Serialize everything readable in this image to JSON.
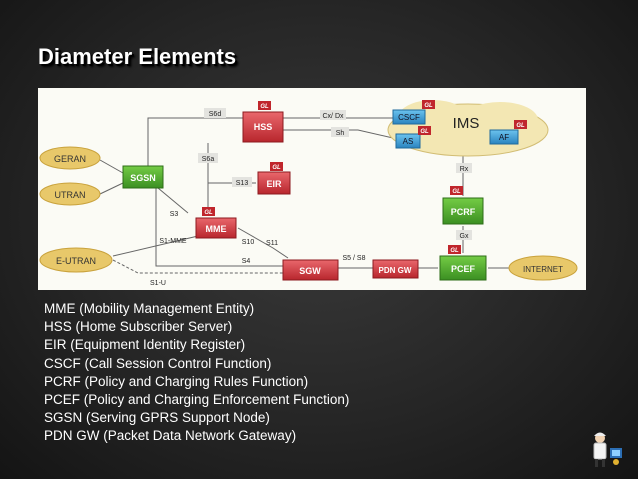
{
  "title": "Diameter Elements",
  "diagram": {
    "nodes": {
      "geran": "GERAN",
      "utran": "UTRAN",
      "eutran": "E-UTRAN",
      "sgsn": "SGSN",
      "hss": "HSS",
      "eir": "EIR",
      "mme": "MME",
      "sgw": "SGW",
      "pdngw": "PDN GW",
      "pcrf": "PCRF",
      "pcef": "PCEF",
      "internet": "INTERNET",
      "ims": "IMS",
      "cscf": "CSCF",
      "as": "AS",
      "af": "AF"
    },
    "interfaces": {
      "s6d": "S6d",
      "s6a": "S6a",
      "s13": "S13",
      "s3": "S3",
      "s1mme": "S1-MME",
      "s10": "S10",
      "s11": "S11",
      "s4": "S4",
      "s1u": "S1-U",
      "s5s8": "S5 / S8",
      "cxdx": "Cx/ Dx",
      "sh": "Sh",
      "rx": "Rx",
      "gx": "Gx"
    },
    "gl_badge": "GL"
  },
  "definitions": [
    "MME (Mobility Management Entity)",
    "HSS (Home Subscriber Server)",
    "EIR (Equipment Identity Register)",
    "CSCF (Call Session Control Function)",
    "PCRF (Policy and Charging Rules Function)",
    "PCEF (Policy and Charging Enforcement Function)",
    "SGSN (Serving GPRS Support Node)",
    "PDN GW (Packet Data Network Gateway)"
  ],
  "colors": {
    "red_node": "#d9434a",
    "green_node": "#4caf2f",
    "tan_cloud": "#e8c86a",
    "ims_cloud": "#f3e7b3",
    "blue_node": "#3aa0d8",
    "gl_badge": "#c0262c"
  }
}
